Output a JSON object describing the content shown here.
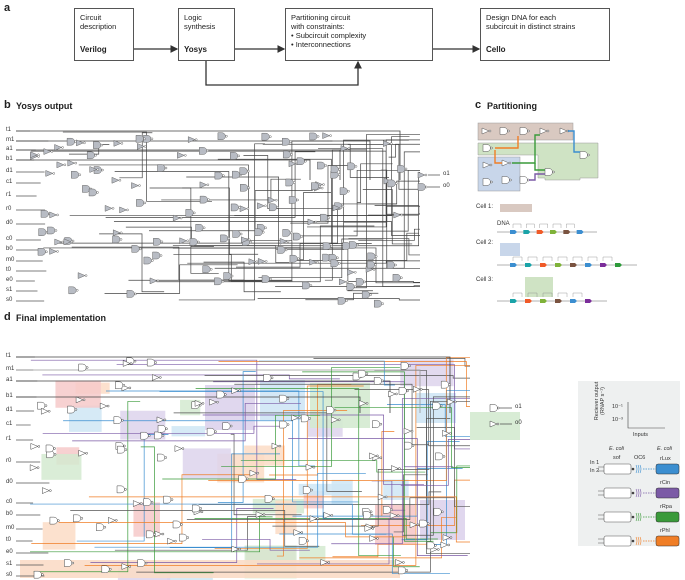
{
  "panel_a": {
    "label": "a",
    "steps": [
      {
        "text": [
          "Circuit",
          "description"
        ],
        "tool": "Verilog"
      },
      {
        "text": [
          "Logic",
          "synthesis"
        ],
        "tool": "Yosys"
      },
      {
        "text": [
          "Partitioning circuit",
          "with constraints:",
          "• Subcircuit complexity",
          "• Interconnections"
        ],
        "tool": ""
      },
      {
        "text": [
          "Design DNA for each",
          "subcircuit in distinct strains"
        ],
        "tool": "Cello"
      }
    ]
  },
  "panel_b": {
    "label": "b",
    "title": "Yosys output",
    "inputs": [
      "t1",
      "m1",
      "a1",
      "b1",
      "d1",
      "c1",
      "r1",
      "r0",
      "d0",
      "c0",
      "b0",
      "m0",
      "t0",
      "e0",
      "s1",
      "s0"
    ],
    "outputs": [
      "o1",
      "o0"
    ]
  },
  "panel_c": {
    "label": "c",
    "title": "Partitioning",
    "cells": [
      "Cell 1:",
      "Cell 2:",
      "Cell 3:"
    ],
    "dna_label": "DNA",
    "colors": {
      "cell1": "#d9c9c1",
      "cell2": "#c8d6ea",
      "cell3": "#cfe3c4",
      "orange": "#f07e26",
      "green": "#3a9a3a",
      "blue": "#3b8ed0",
      "purple": "#7b5aa6"
    }
  },
  "panel_d": {
    "label": "d",
    "title": "Final implementation",
    "inputs": [
      "t1",
      "m1",
      "a1",
      "b1",
      "d1",
      "c1",
      "r1",
      "r0",
      "d0",
      "c0",
      "b0",
      "m0",
      "t0",
      "e0",
      "s1",
      "s0"
    ],
    "outputs": [
      "o1",
      "o0"
    ],
    "legend": {
      "y_axis_label": "Reciever output",
      "y_axis_unit": "(RNAP s⁻¹)",
      "y_ticks": [
        "10⁻¹",
        "10⁻³"
      ],
      "x_axis_label": "Inputs",
      "sender_strain": "E. coli",
      "sender_name": "sof",
      "signal": "OC6",
      "receiver_strain": "E. coli",
      "input_labels": [
        "In 1",
        "In 2"
      ],
      "receivers": [
        {
          "name": "rLux",
          "color": "#3b8ed0"
        },
        {
          "name": "rCin",
          "color": "#7b5aa6"
        },
        {
          "name": "rRpa",
          "color": "#3a9a3a"
        },
        {
          "name": "rPhl",
          "color": "#f07e26"
        }
      ]
    }
  }
}
